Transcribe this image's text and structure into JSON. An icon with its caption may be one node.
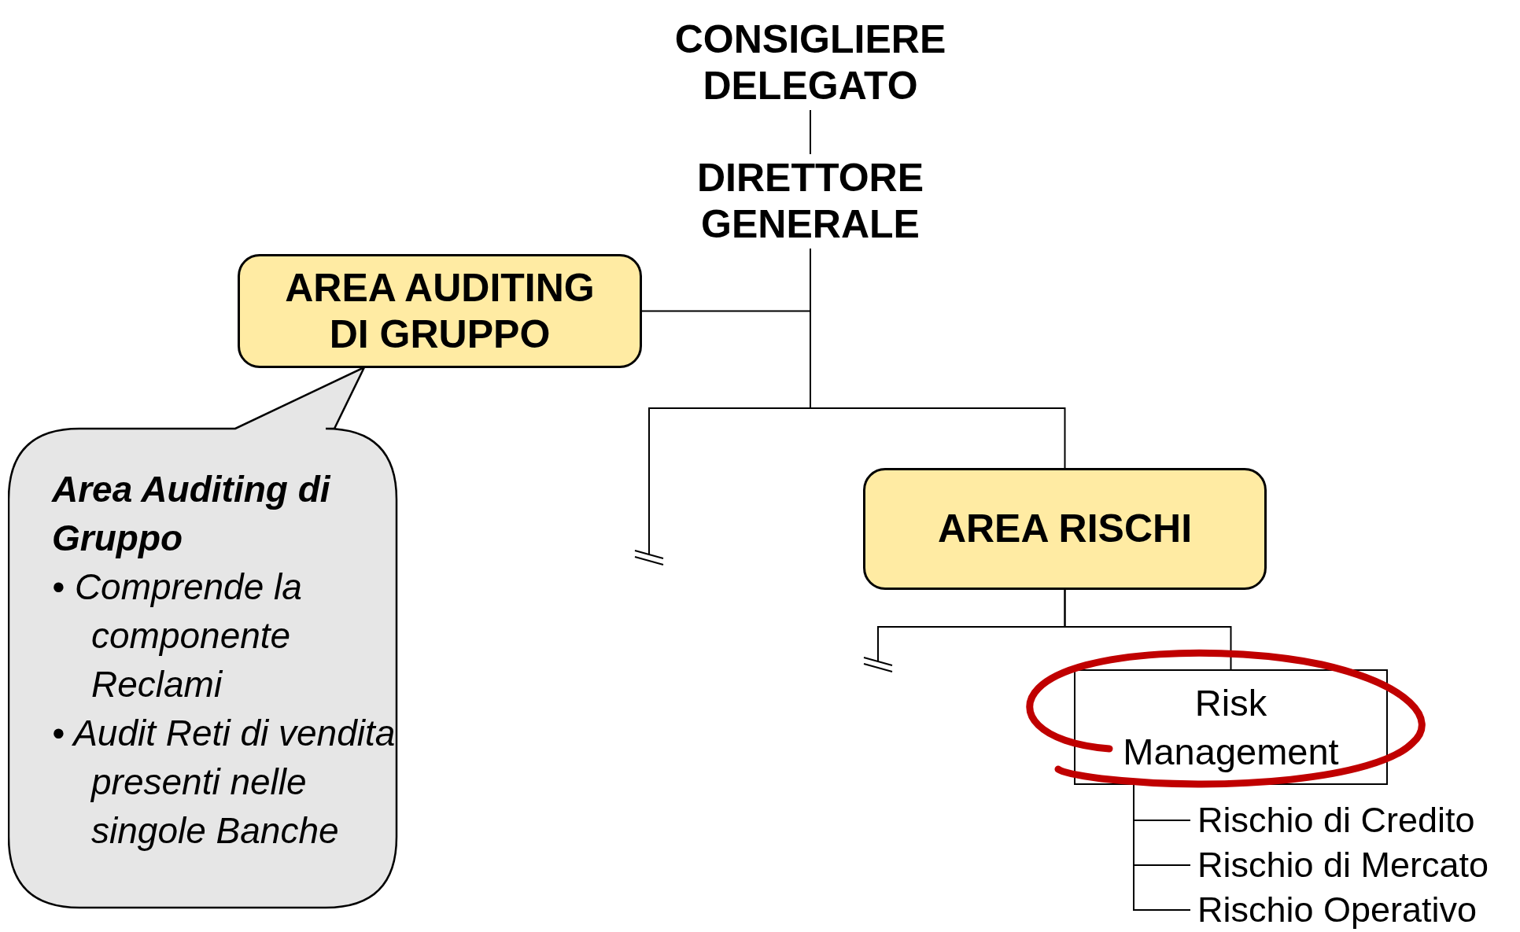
{
  "diagram": {
    "nodes": [
      {
        "text": [
          "CONSIGLIERE DELEGATO"
        ]
      },
      {
        "text": [
          "DIRETTORE GENERALE"
        ]
      },
      {
        "text": [
          "AREA AUDITING DI GRUPPO"
        ]
      },
      {
        "text": [
          "Area Auditing di Gruppo",
          "• Comprende la componente Reclami",
          "• Audit Reti di vendita presenti nelle singole Banche"
        ]
      },
      {
        "text": [
          "AREA RISCHI"
        ]
      },
      {
        "text": [
          "Risk Management"
        ]
      },
      {
        "text": [
          "Rischio di Credito"
        ]
      },
      {
        "text": [
          "Rischio di Mercato"
        ]
      },
      {
        "text": [
          "Rischio Operativo"
        ]
      }
    ],
    "edges": [
      {
        "from": 0,
        "to": 1,
        "arrow": "none"
      },
      {
        "from": 1,
        "to": 2,
        "arrow": "none"
      },
      {
        "from": 1,
        "to": null,
        "arrow": "none"
      },
      {
        "from": 1,
        "to": 4,
        "arrow": "none"
      },
      {
        "from": 4,
        "to": null,
        "arrow": "none"
      },
      {
        "from": 4,
        "to": 5,
        "arrow": "none"
      },
      {
        "from": 5,
        "to": 6,
        "arrow": "none"
      },
      {
        "from": 5,
        "to": 7,
        "arrow": "none"
      },
      {
        "from": 5,
        "to": 8,
        "arrow": "none"
      }
    ]
  }
}
